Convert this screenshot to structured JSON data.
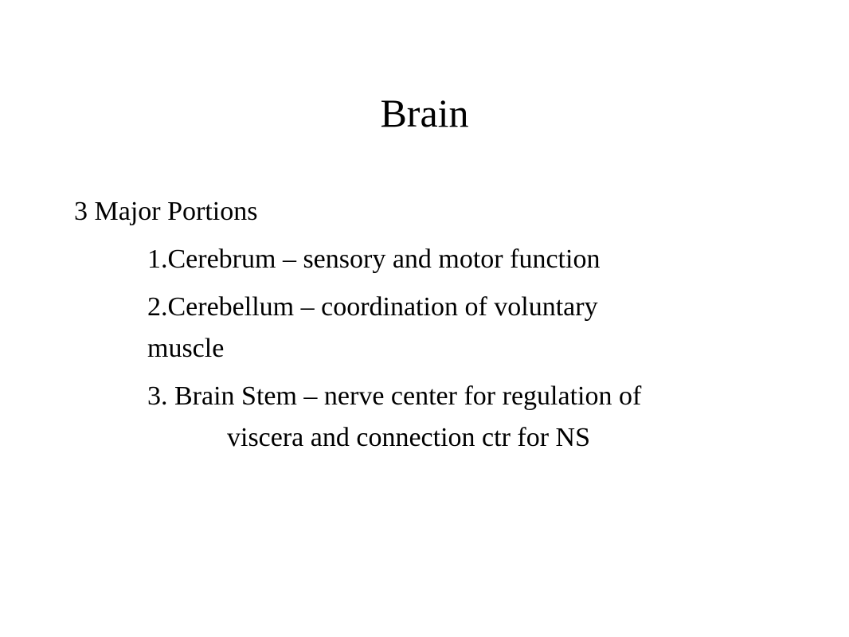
{
  "slide": {
    "title": "Brain",
    "heading": "3 Major Portions",
    "items": [
      {
        "line1": "1.Cerebrum – sensory and motor function"
      },
      {
        "line1": "2.Cerebellum – coordination of voluntary",
        "line2": "muscle"
      },
      {
        "line1": "3. Brain Stem – nerve center for regulation of",
        "line2": "viscera and connection ctr for NS"
      }
    ]
  }
}
